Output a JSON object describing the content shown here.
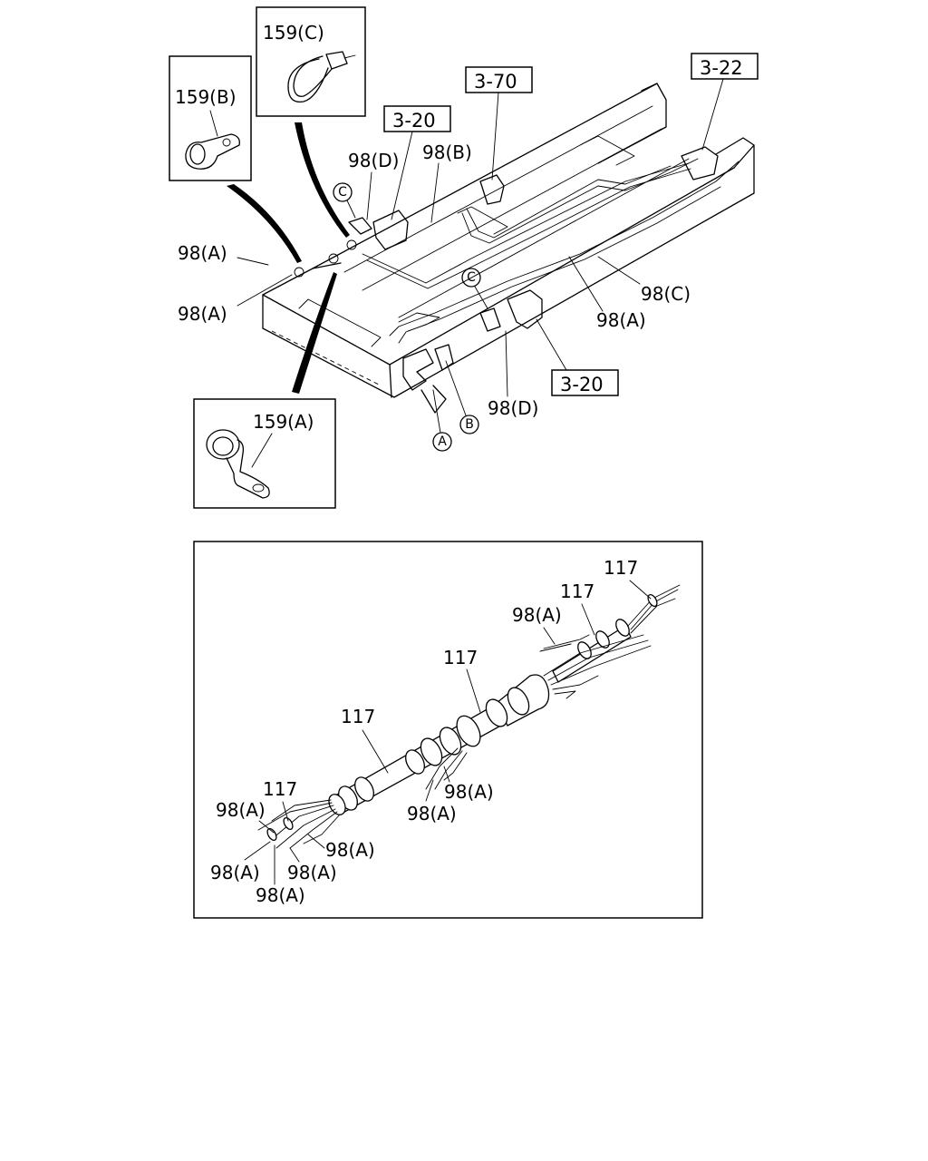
{
  "upper_diagram": {
    "insets": {
      "clip_b": "159(B)",
      "clip_c": "159(C)",
      "clip_a": "159(A)"
    },
    "refs": {
      "ref_3_20_top": "3-20",
      "ref_3_70": "3-70",
      "ref_3_22": "3-22",
      "ref_3_20_bottom": "3-20"
    },
    "labels": {
      "hose_98a_left_top": "98(A)",
      "hose_98a_left_bottom": "98(A)",
      "hose_98d_top": "98(D)",
      "hose_98b_top": "98(B)",
      "hose_98c_right": "98(C)",
      "hose_98a_right": "98(A)",
      "hose_98d_bottom": "98(D)"
    },
    "callouts": {
      "c_top": "C",
      "c_mid": "C",
      "a_bottom": "A",
      "b_bottom": "B"
    }
  },
  "lower_diagram": {
    "labels": {
      "p117_top_right": "117",
      "p117_second": "117",
      "p98a_upper": "98(A)",
      "p117_center": "117",
      "p117_left_mid": "117",
      "p98a_mid_right": "98(A)",
      "p98a_mid_left": "98(A)",
      "p117_left_end": "117",
      "p98a_left_end": "98(A)",
      "p98a_bot_right": "98(A)",
      "p98a_bot_left": "98(A)",
      "p98a_bot_mid": "98(A)",
      "p98a_bot_low": "98(A)"
    }
  }
}
